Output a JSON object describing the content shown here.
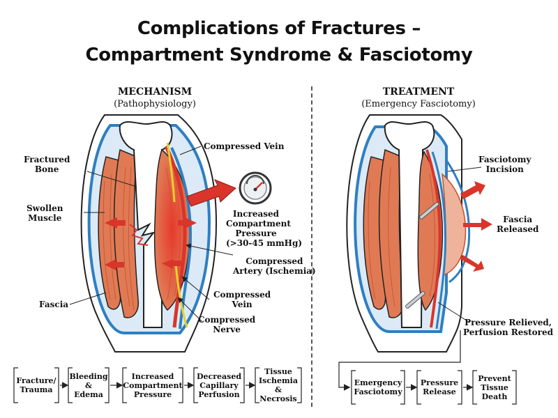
{
  "title": {
    "line1": "Complications of Fractures –",
    "line2": "Compartment Syndrome & Fasciotomy"
  },
  "mechanism": {
    "heading": "MECHANISM",
    "subheading": "(Pathophysiology)",
    "labels": {
      "fractured_bone_1": "Fractured",
      "fractured_bone_2": "Bone",
      "swollen_muscle_1": "Swollen",
      "swollen_muscle_2": "Muscle",
      "fascia": "Fascia",
      "compressed_vein_top": "Compressed Vein",
      "pressure_1": "Increased",
      "pressure_2": "Compartment",
      "pressure_3": "Pressure",
      "pressure_4": "(>30-45 mmHg)",
      "artery_1": "Compressed",
      "artery_2": "Artery (Ischemia)",
      "vein_1": "Compressed",
      "vein_2": "Vein",
      "nerve_1": "Compressed",
      "nerve_2": "Nerve"
    },
    "flow": [
      {
        "l1": "Fracture/",
        "l2": "Trauma"
      },
      {
        "l1": "Bleeding",
        "l2": "& Edema"
      },
      {
        "l1": "Increased",
        "l2": "Compartment",
        "l3": "Pressure"
      },
      {
        "l1": "Decreased",
        "l2": "Capillary",
        "l3": "Perfusion"
      },
      {
        "l1": "Tissue",
        "l2": "Ischemia",
        "l3": "& Necrosis"
      }
    ]
  },
  "treatment": {
    "heading": "TREATMENT",
    "subheading": "(Emergency Fasciotomy)",
    "labels": {
      "incision_1": "Fasciotomy",
      "incision_2": "Incision",
      "fascia_1": "Fascia",
      "fascia_2": "Released",
      "relief_1": "Pressure Relieved,",
      "relief_2": "Perfusion Restored"
    },
    "flow": [
      {
        "l1": "Emergency",
        "l2": "Fasciotomy"
      },
      {
        "l1": "Pressure",
        "l2": "Release"
      },
      {
        "l1": "Prevent",
        "l2": "Tissue",
        "l3": "Death"
      }
    ]
  },
  "colors": {
    "muscle": "#e07a55",
    "muscle_dark": "#c2502e",
    "fascia_blue": "#2f7fc1",
    "arrow_red": "#d9352b",
    "bone": "#ffffff"
  }
}
